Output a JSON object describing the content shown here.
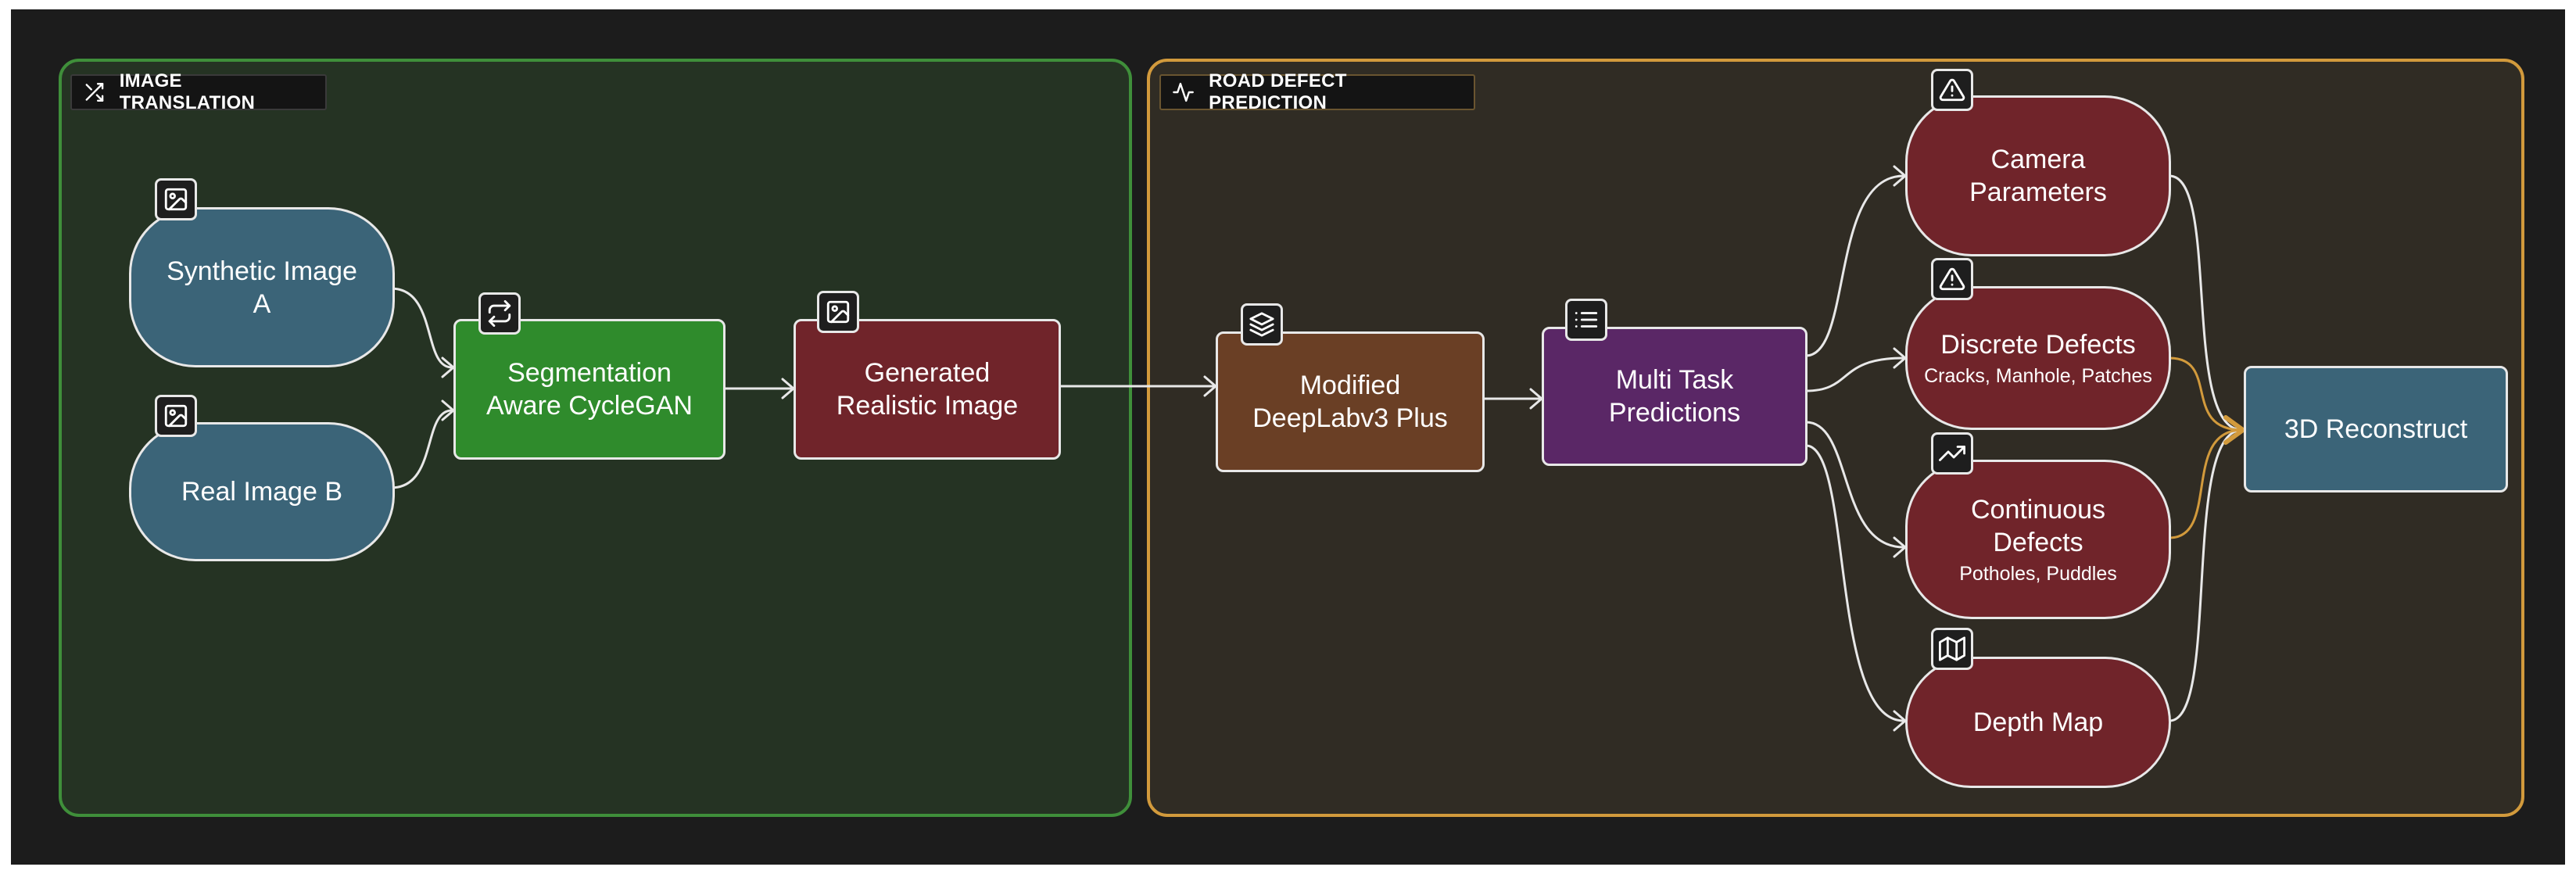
{
  "groups": {
    "image_translation": {
      "label": "IMAGE TRANSLATION",
      "icon": "shuffle-icon",
      "border_color": "#3f8f3a"
    },
    "road_defect_prediction": {
      "label": "ROAD DEFECT PREDICTION",
      "icon": "activity-icon",
      "border_color": "#d29a3c"
    }
  },
  "nodes": {
    "synthetic_image": {
      "line1": "Synthetic Image",
      "line2": "A",
      "icon": "image-icon",
      "color": "#3b6478"
    },
    "real_image": {
      "label": "Real Image B",
      "icon": "image-icon",
      "color": "#3b6478"
    },
    "cyclegan": {
      "line1": "Segmentation",
      "line2": "Aware CycleGAN",
      "icon": "repeat-icon",
      "color": "#2f8b2c"
    },
    "generated_image": {
      "line1": "Generated",
      "line2": "Realistic Image",
      "icon": "image-icon",
      "color": "#70242a"
    },
    "deeplab": {
      "line1": "Modified",
      "line2": "DeepLabv3 Plus",
      "icon": "layers-icon",
      "color": "#6a3f25"
    },
    "multitask": {
      "line1": "Multi Task",
      "line2": "Predictions",
      "icon": "list-icon",
      "color": "#5a2766"
    },
    "camera": {
      "line1": "Camera",
      "line2": "Parameters",
      "icon": "alert-triangle-icon",
      "color": "#70242a"
    },
    "discrete": {
      "title": "Discrete Defects",
      "subtitle": "Cracks, Manhole, Patches",
      "icon": "alert-triangle-icon",
      "color": "#70242a"
    },
    "continuous": {
      "line1": "Continuous",
      "line2": "Defects",
      "subtitle": "Potholes, Puddles",
      "icon": "trending-up-icon",
      "color": "#70242a"
    },
    "depth": {
      "label": "Depth Map",
      "icon": "map-icon",
      "color": "#70242a"
    },
    "reconstruct": {
      "label": "3D Reconstruct",
      "color": "#3b6478"
    }
  },
  "edges": [
    {
      "from": "Synthetic Image A",
      "to": "Segmentation Aware CycleGAN"
    },
    {
      "from": "Real Image B",
      "to": "Segmentation Aware CycleGAN"
    },
    {
      "from": "Segmentation Aware CycleGAN",
      "to": "Generated Realistic Image"
    },
    {
      "from": "Generated Realistic Image",
      "to": "Modified DeepLabv3 Plus"
    },
    {
      "from": "Modified DeepLabv3 Plus",
      "to": "Multi Task Predictions"
    },
    {
      "from": "Multi Task Predictions",
      "to": "Camera Parameters"
    },
    {
      "from": "Multi Task Predictions",
      "to": "Discrete Defects"
    },
    {
      "from": "Multi Task Predictions",
      "to": "Continuous Defects"
    },
    {
      "from": "Multi Task Predictions",
      "to": "Depth Map"
    },
    {
      "from": "Camera Parameters",
      "to": "3D Reconstruct"
    },
    {
      "from": "Discrete Defects",
      "to": "3D Reconstruct",
      "color": "#d29a3c"
    },
    {
      "from": "Continuous Defects",
      "to": "3D Reconstruct",
      "color": "#d29a3c"
    },
    {
      "from": "Depth Map",
      "to": "3D Reconstruct"
    }
  ],
  "colors": {
    "edge": "#e8e8e8",
    "edge_highlight": "#d29a3c",
    "canvas": "#1c1c1c"
  }
}
